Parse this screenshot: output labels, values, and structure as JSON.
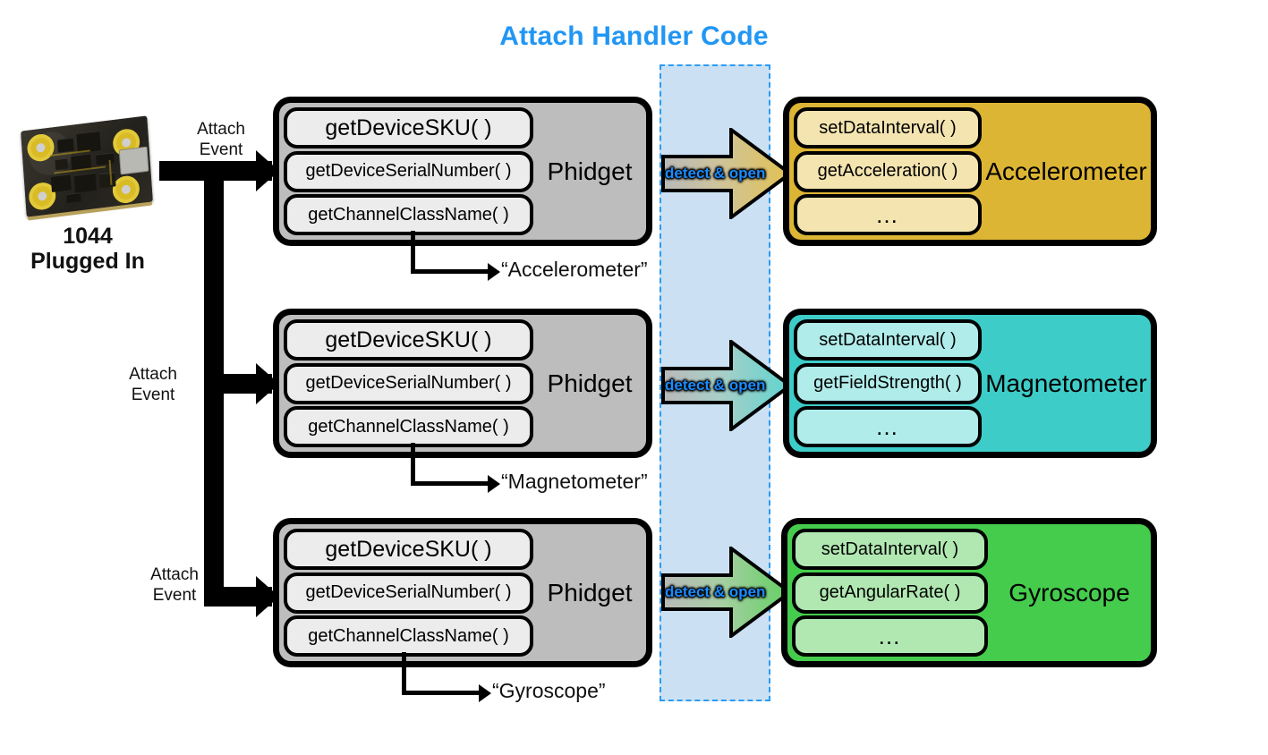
{
  "title": "Attach Handler Code",
  "colors": {
    "title_blue": "#2196f3",
    "band_fill": "#cbe1f3",
    "band_border": "#2b9bf4",
    "phidget_gray": "#bdbdbd",
    "phidget_pill": "#ececec",
    "accelerometer": "#ddb534",
    "accelerometer_pill": "#f4e4b0",
    "magnetometer": "#3eccc8",
    "magnetometer_pill": "#b0ecea",
    "gyroscope": "#45cc4d",
    "gyroscope_pill": "#b1e8b2",
    "arrow_label_blue": "#1a8cff"
  },
  "device": {
    "image_alt": "1044 PhidgetSpatial circuit board",
    "label_line1": "1044",
    "label_line2": "Plugged In"
  },
  "attach_events": [
    {
      "line1": "Attach",
      "line2": "Event"
    },
    {
      "line1": "Attach",
      "line2": "Event"
    },
    {
      "line1": "Attach",
      "line2": "Event"
    }
  ],
  "rows": [
    {
      "id": "accelerometer",
      "phidget": {
        "class_label": "Phidget",
        "methods": [
          "getDeviceSKU( )",
          "getDeviceSerialNumber( )",
          "getChannelClassName( )"
        ]
      },
      "callout": {
        "returns": "“Accelerometer”"
      },
      "transition": {
        "label": "detect & open"
      },
      "channel": {
        "class_label": "Accelerometer",
        "methods": [
          "setDataInterval( )",
          "getAcceleration( )",
          "…"
        ]
      }
    },
    {
      "id": "magnetometer",
      "phidget": {
        "class_label": "Phidget",
        "methods": [
          "getDeviceSKU( )",
          "getDeviceSerialNumber( )",
          "getChannelClassName( )"
        ]
      },
      "callout": {
        "returns": "“Magnetometer”"
      },
      "transition": {
        "label": "detect & open"
      },
      "channel": {
        "class_label": "Magnetometer",
        "methods": [
          "setDataInterval( )",
          "getFieldStrength( )",
          "…"
        ]
      }
    },
    {
      "id": "gyroscope",
      "phidget": {
        "class_label": "Phidget",
        "methods": [
          "getDeviceSKU( )",
          "getDeviceSerialNumber( )",
          "getChannelClassName( )"
        ]
      },
      "callout": {
        "returns": "“Gyroscope”"
      },
      "transition": {
        "label": "detect & open"
      },
      "channel": {
        "class_label": "Gyroscope",
        "methods": [
          "setDataInterval( )",
          "getAngularRate( )",
          "…"
        ]
      }
    }
  ]
}
